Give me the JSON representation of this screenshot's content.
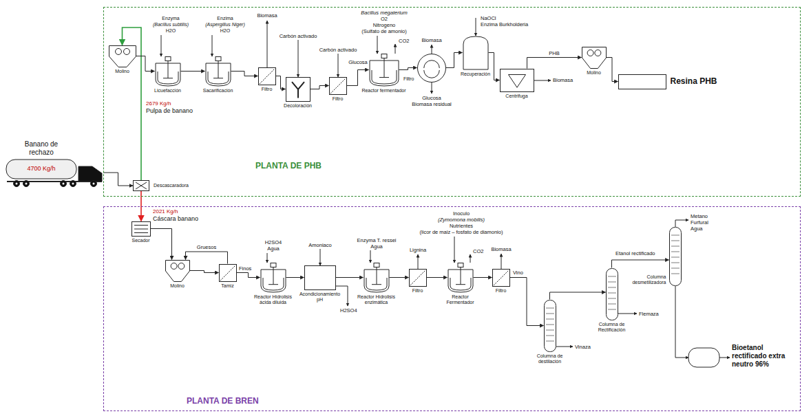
{
  "diagram": {
    "nodes": [
      {
        "text": [
          "PLANTA DE PHB"
        ]
      },
      {
        "text": [
          "PLANTA DE BREN"
        ]
      },
      {
        "text": [
          "Banano de rechazo",
          "4700 Kg/h"
        ]
      },
      {
        "text": [
          "Descascaradora"
        ]
      },
      {
        "text": [
          "Molino"
        ],
        "in": 0
      },
      {
        "text": [
          "Licuefacción"
        ],
        "in": 0
      },
      {
        "text": [
          "Sacarificación"
        ],
        "in": 0
      },
      {
        "text": [
          "Filtro"
        ],
        "in": 0
      },
      {
        "text": [
          "Decoloración"
        ],
        "in": 0
      },
      {
        "text": [
          "Filtro"
        ],
        "in": 0
      },
      {
        "text": [
          "Reactor fermentador"
        ],
        "in": 0
      },
      {
        "text": [
          "Filtro"
        ],
        "in": 0
      },
      {
        "text": [
          "Recuperación"
        ],
        "in": 0
      },
      {
        "text": [
          "Centrifuga"
        ],
        "in": 0
      },
      {
        "text": [
          "Molino"
        ],
        "in": 0
      },
      {
        "text": [
          "Resina PHB"
        ],
        "in": 0
      },
      {
        "text": [
          "Secador"
        ],
        "in": 1
      },
      {
        "text": [
          "Molino"
        ],
        "in": 1
      },
      {
        "text": [
          "Tamiz"
        ],
        "in": 1
      },
      {
        "text": [
          "Reactor Hidrolisis ácida diluida"
        ],
        "in": 1
      },
      {
        "text": [
          "Acondicionamiento pH"
        ],
        "in": 1
      },
      {
        "text": [
          "Reactor Hidrolisis enzimática"
        ],
        "in": 1
      },
      {
        "text": [
          "Filtro"
        ],
        "in": 1
      },
      {
        "text": [
          "Reactor Fermentador"
        ],
        "in": 1
      },
      {
        "text": [
          "Filtro"
        ],
        "in": 1
      },
      {
        "text": [
          "Columna de destilación"
        ],
        "in": 1
      },
      {
        "text": [
          "Columna de Rectificación"
        ],
        "in": 1
      },
      {
        "text": [
          "Columna desmetilizadora"
        ],
        "in": 1
      }
    ],
    "edges": [
      {
        "from": 2,
        "to": 3,
        "arrow": "to"
      },
      {
        "from": 3,
        "to": 4,
        "arrow": "to"
      },
      {
        "from": 3,
        "to": 16,
        "arrow": "to"
      },
      {
        "from": 4,
        "to": 5,
        "arrow": "to"
      },
      {
        "from": 5,
        "to": 6,
        "arrow": "to"
      },
      {
        "from": 6,
        "to": 7,
        "arrow": "to"
      },
      {
        "from": 7,
        "to": 8,
        "arrow": "to"
      },
      {
        "from": 8,
        "to": 9,
        "arrow": "to"
      },
      {
        "from": 9,
        "to": 10,
        "label": "Glucosa",
        "arrow": "to"
      },
      {
        "from": 10,
        "to": 11,
        "arrow": "to"
      },
      {
        "from": 11,
        "to": 12,
        "arrow": "to"
      },
      {
        "from": 12,
        "to": 13,
        "arrow": "to"
      },
      {
        "from": 13,
        "to": 14,
        "label": "PHB",
        "arrow": "to"
      },
      {
        "from": 14,
        "to": 15,
        "arrow": "to"
      },
      {
        "from": 16,
        "to": 17,
        "arrow": "to"
      },
      {
        "from": 17,
        "to": 18,
        "arrow": "to"
      },
      {
        "from": 18,
        "to": 17,
        "label": "Gruesos",
        "arrow": "to"
      },
      {
        "from": 18,
        "to": 19,
        "label": "Finos",
        "arrow": "to"
      },
      {
        "from": 19,
        "to": 20,
        "arrow": "to"
      },
      {
        "from": 20,
        "to": 21,
        "arrow": "to"
      },
      {
        "from": 21,
        "to": 22,
        "arrow": "to"
      },
      {
        "from": 22,
        "to": 23,
        "arrow": "to"
      },
      {
        "from": 23,
        "to": 24,
        "arrow": "to"
      },
      {
        "from": 24,
        "to": 25,
        "label": "Vino",
        "arrow": "to"
      },
      {
        "from": 25,
        "to": 26,
        "arrow": "to"
      },
      {
        "from": 26,
        "to": 27,
        "label": "Etanol rectificado",
        "arrow": "to"
      }
    ],
    "labels": [
      "2679 Kg/h",
      "Pulpa de banano",
      "Enzyma",
      "(Bacillus subtilis)",
      "H2O",
      "Enzima",
      "(Aspergillus Niger)",
      "H2O",
      "Biomasa",
      "Carbón activado",
      "Carbón activado",
      "Bacillus megaterium",
      "O2",
      "Nitrogeno",
      "(Sulfato de amonio)",
      "CO2",
      "Biomasa",
      "Glucosa",
      "Biomasa residual",
      "NaOCl",
      "Enzima Burkholderia",
      "Biomasa",
      "2021 Kg/h",
      "Cáscara banano",
      "H2SO4",
      "Agua",
      "Amoniaco",
      "H2SO4",
      "Enzyma T. ressei",
      "Agua",
      "Lignina",
      "Inoculo",
      "(Zymomona mobilis)",
      "Nutrientes",
      "(licor de maiz – fosfato de diamonio)",
      "CO2",
      "Biomasa",
      "Vinaza",
      "Flemaza",
      "Metano",
      "Furfural",
      "Agua",
      "Bioetanol rectificado extra neutro 96%"
    ]
  }
}
